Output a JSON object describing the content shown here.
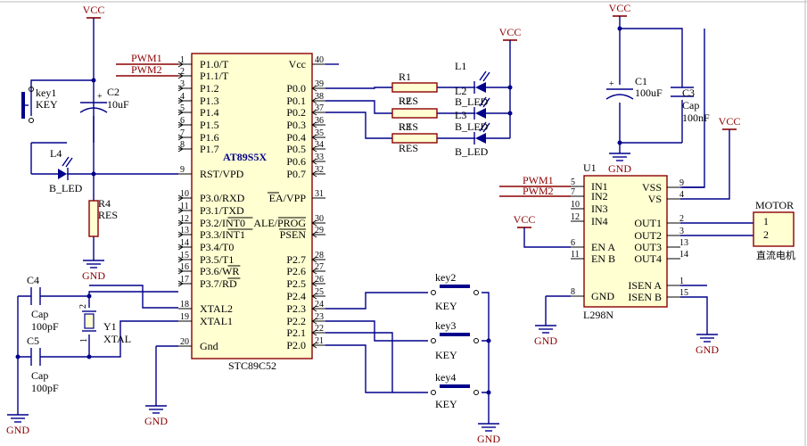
{
  "power": {
    "vcc": "VCC",
    "gnd": "GND"
  },
  "mcu": {
    "name": "AT89S5X",
    "ref": "STC89C52",
    "left_pins": [
      {
        "num": "1",
        "label": "P1.0/T"
      },
      {
        "num": "2",
        "label": "P1.1/T"
      },
      {
        "num": "3",
        "label": "P1.2"
      },
      {
        "num": "4",
        "label": "P1.3"
      },
      {
        "num": "5",
        "label": "P1.4"
      },
      {
        "num": "6",
        "label": "P1.5"
      },
      {
        "num": "7",
        "label": "P1.6"
      },
      {
        "num": "8",
        "label": "P1.7"
      },
      {
        "num": "9",
        "label": "RST/VPD"
      },
      {
        "num": "10",
        "label": "P3.0/RXD"
      },
      {
        "num": "11",
        "label": "P3.1/TXD"
      },
      {
        "num": "12",
        "label": "P3.2/INT0"
      },
      {
        "num": "13",
        "label": "P3.3/INT1"
      },
      {
        "num": "14",
        "label": "P3.4/T0"
      },
      {
        "num": "15",
        "label": "P3.5/T1"
      },
      {
        "num": "16",
        "label": "P3.6/WR"
      },
      {
        "num": "17",
        "label": "P3.7/RD"
      },
      {
        "num": "18",
        "label": "XTAL2"
      },
      {
        "num": "19",
        "label": "XTAL1"
      },
      {
        "num": "20",
        "label": "Gnd"
      }
    ],
    "right_pins": [
      {
        "num": "40",
        "label": "Vcc"
      },
      {
        "num": "39",
        "label": "P0.0"
      },
      {
        "num": "38",
        "label": "P0.1"
      },
      {
        "num": "37",
        "label": "P0.2"
      },
      {
        "num": "36",
        "label": "P0.3"
      },
      {
        "num": "35",
        "label": "P0.4"
      },
      {
        "num": "34",
        "label": "P0.5"
      },
      {
        "num": "33",
        "label": "P0.6"
      },
      {
        "num": "32",
        "label": "P0.7"
      },
      {
        "num": "31",
        "label": "EA/VPP"
      },
      {
        "num": "30",
        "label": "ALE/PROG"
      },
      {
        "num": "29",
        "label": "PSEN"
      },
      {
        "num": "28",
        "label": "P2.7"
      },
      {
        "num": "27",
        "label": "P2.6"
      },
      {
        "num": "26",
        "label": "P2.5"
      },
      {
        "num": "25",
        "label": "P2.4"
      },
      {
        "num": "24",
        "label": "P2.3"
      },
      {
        "num": "23",
        "label": "P2.2"
      },
      {
        "num": "22",
        "label": "P2.1"
      },
      {
        "num": "21",
        "label": "P2.0"
      }
    ]
  },
  "nets": {
    "pwm1": "PWM1",
    "pwm2": "PWM2"
  },
  "reset": {
    "key_ref": "key1",
    "key_label": "KEY",
    "cap_ref": "C2",
    "cap_value": "10uF",
    "led_ref": "L4",
    "led_label": "B_LED",
    "res_ref": "R4",
    "res_label": "RES"
  },
  "crystal": {
    "c4_ref": "C4",
    "c4_label": "Cap",
    "c4_value": "100pF",
    "c5_ref": "C5",
    "c5_label": "Cap",
    "c5_value": "100pF",
    "y_ref": "Y1",
    "y_label": "XTAL",
    "pin1": "1",
    "pin2": "2"
  },
  "leds": {
    "r_ref": "R1",
    "r_label": "RES",
    "r_ref_overlap": "R2",
    "r_ref3": "R3",
    "l_ref": "L1",
    "l_ref2": "L2",
    "l_ref3": "L3",
    "l_label": "B_LED"
  },
  "keys": [
    {
      "ref": "key2",
      "label": "KEY"
    },
    {
      "ref": "key3",
      "label": "KEY"
    },
    {
      "ref": "key4",
      "label": "KEY"
    }
  ],
  "driver": {
    "ref": "U1",
    "name": "L298N",
    "left_pins": [
      {
        "num": "5",
        "label": "IN1"
      },
      {
        "num": "7",
        "label": "IN2"
      },
      {
        "num": "10",
        "label": "IN3"
      },
      {
        "num": "12",
        "label": "IN4"
      },
      {
        "num": "6",
        "label": "EN A"
      },
      {
        "num": "11",
        "label": "EN B"
      },
      {
        "num": "8",
        "label": "GND"
      }
    ],
    "right_pins": [
      {
        "num": "9",
        "label": "VSS"
      },
      {
        "num": "4",
        "label": "VS"
      },
      {
        "num": "2",
        "label": "OUT1"
      },
      {
        "num": "3",
        "label": "OUT2"
      },
      {
        "num": "13",
        "label": "OUT3"
      },
      {
        "num": "14",
        "label": "OUT4"
      },
      {
        "num": "1",
        "label": "ISEN A"
      },
      {
        "num": "15",
        "label": "ISEN B"
      }
    ]
  },
  "supply_caps": {
    "c1_ref": "C1",
    "c1_value": "100uF",
    "c3_ref": "C3",
    "c3_label": "Cap",
    "c3_value": "100nF"
  },
  "motor": {
    "ref": "MOTOR",
    "pin1": "1",
    "pin2": "2",
    "label": "直流电机"
  }
}
